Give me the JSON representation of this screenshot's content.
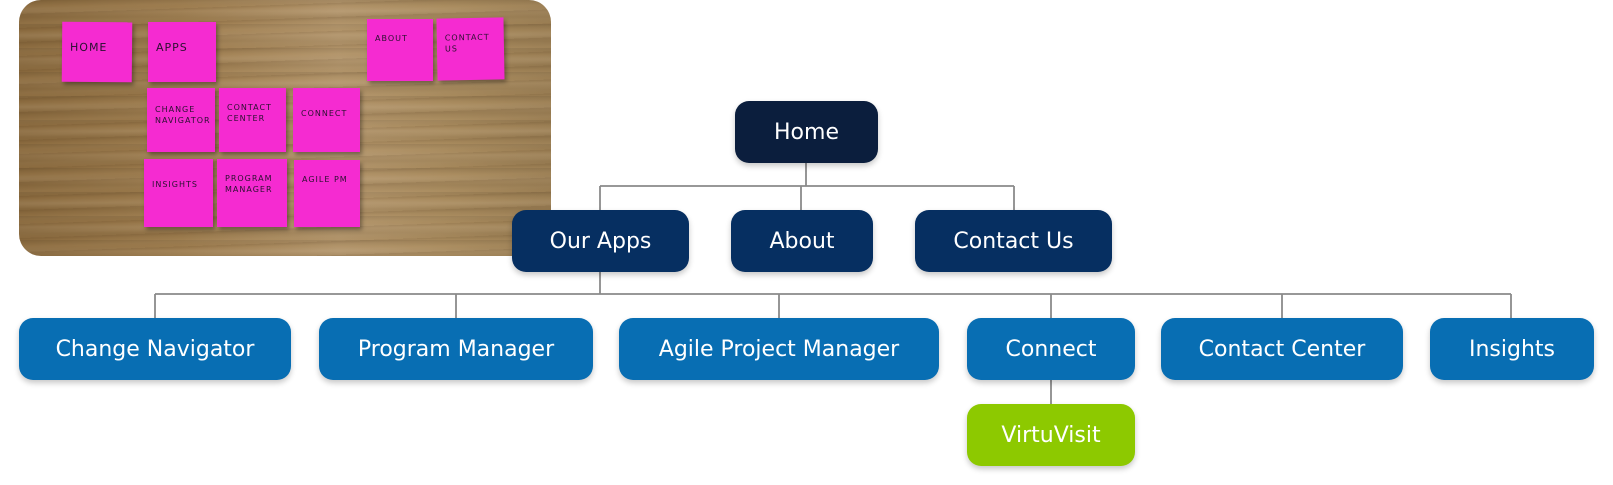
{
  "colors": {
    "home": "#0b1e3d",
    "level1": "#062f61",
    "level2": "#086eb3",
    "level3": "#8dc900",
    "connector": "#8a8a8a",
    "sticky_note": "#f52bd1"
  },
  "photo": {
    "notes": [
      "HOME",
      "APPS",
      "ABOUT",
      "CONTACT US",
      "CHANGE NAVIGATOR",
      "CONTACT CENTER",
      "CONNECT",
      "INSIGHTS",
      "PROGRAM MANAGER",
      "AGILE PM"
    ]
  },
  "tree": {
    "root": "Home",
    "level1": [
      "Our Apps",
      "About",
      "Contact Us"
    ],
    "level2": [
      "Change Navigator",
      "Program Manager",
      "Agile Project Manager",
      "Connect",
      "Contact Center",
      "Insights"
    ],
    "level3": [
      "VirtuVisit"
    ]
  }
}
